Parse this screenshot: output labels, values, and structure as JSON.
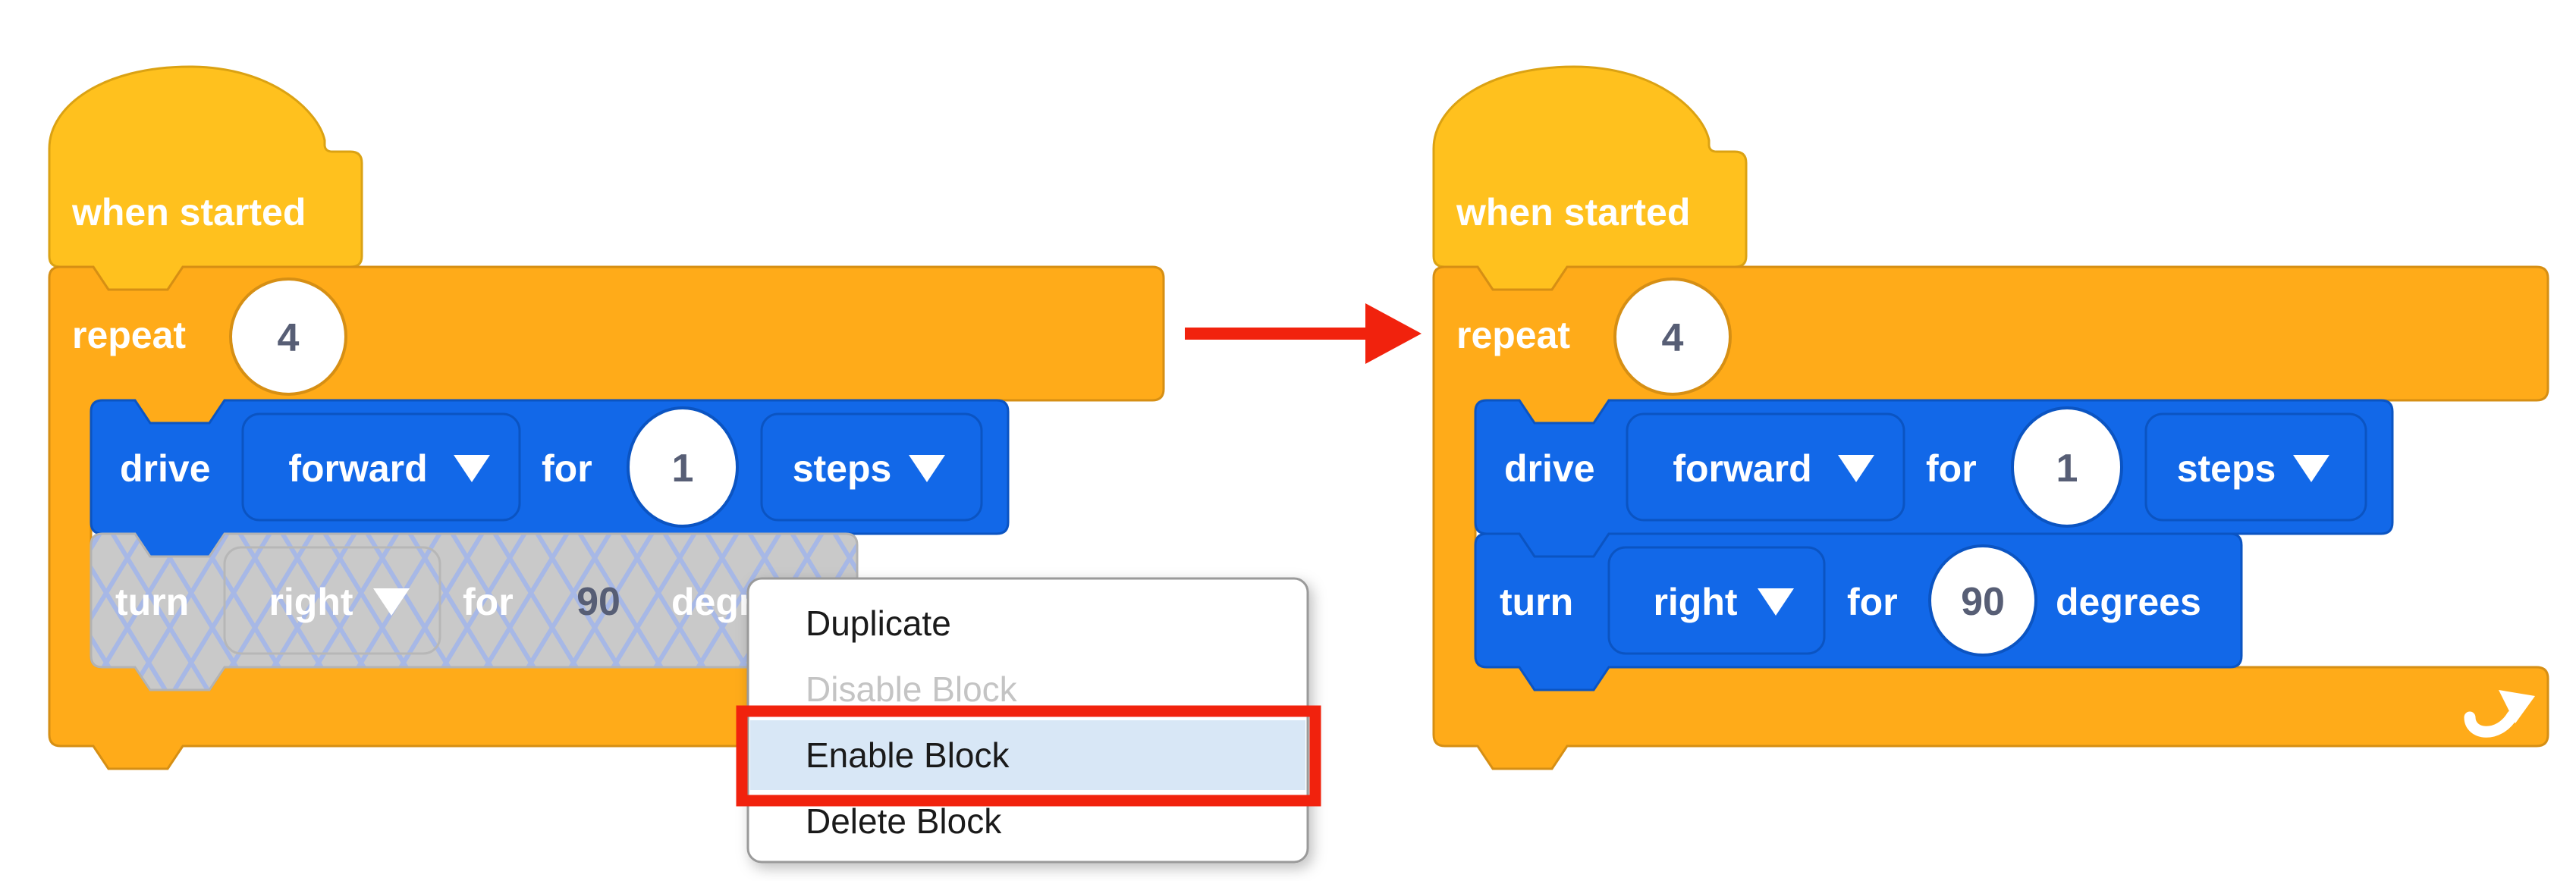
{
  "blocks": {
    "when_started": "when started",
    "repeat": "repeat",
    "repeat_count": "4",
    "drive": "drive",
    "drive_direction": "forward",
    "for": "for",
    "drive_distance": "1",
    "drive_unit": "steps",
    "turn": "turn",
    "turn_direction": "right",
    "turn_angle": "90",
    "turn_unit": "degrees"
  },
  "context_menu": {
    "items": [
      {
        "label": "Duplicate",
        "state": "normal"
      },
      {
        "label": "Disable Block",
        "state": "disabled"
      },
      {
        "label": "Enable Block",
        "state": "highlighted"
      },
      {
        "label": "Delete Block",
        "state": "normal"
      }
    ]
  },
  "icons": {
    "dropdown_arrow": "▼",
    "loop_arrow": "curved up-right arrow",
    "annotation_arrow": "red right arrow"
  },
  "colors": {
    "hat_fill": "#FFC11E",
    "hat_stroke": "#DBA213",
    "repeat_fill": "#FFAB19",
    "repeat_stroke": "#D68F14",
    "motion_fill": "#1268E8",
    "motion_stroke": "#0B54C2",
    "disabled_fill": "#C9C9C9",
    "disabled_hatch": "#A7B8E6",
    "disabled_stroke": "#B3B3B3",
    "value_text": "#575E75",
    "highlight_red": "#F1220D",
    "menu_bg": "#FFFFFF",
    "menu_border": "#9A9A9A",
    "menu_highlight_bg": "#D8E7F6",
    "menu_disabled_text": "#C4C4C4"
  }
}
